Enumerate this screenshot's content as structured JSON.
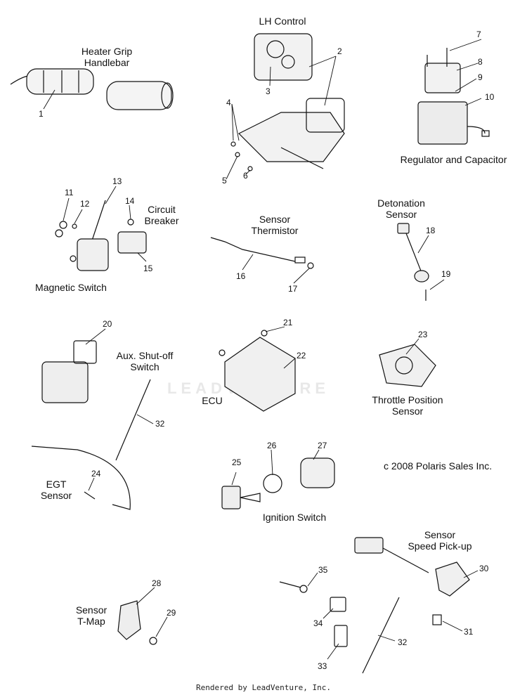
{
  "watermark": "LEADVENTURE",
  "footer": "Rendered by LeadVenture, Inc.",
  "copyright": "c 2008 Polaris Sales Inc.",
  "groups": {
    "heater_grip": "Heater Grip\nHandlebar",
    "lh_control": "LH Control",
    "regulator": "Regulator and Capacitor",
    "circuit_breaker": "Circuit\nBreaker",
    "magnetic_switch": "Magnetic Switch",
    "sensor_thermistor": "Sensor\nThermistor",
    "detonation_sensor": "Detonation\nSensor",
    "aux_shutoff": "Aux. Shut-off\nSwitch",
    "ecu": "ECU",
    "throttle_position": "Throttle Position\nSensor",
    "egt_sensor": "EGT\nSensor",
    "ignition_switch": "Ignition Switch",
    "speed_pickup": "Sensor\nSpeed Pick-up",
    "tmap": "Sensor\nT-Map"
  },
  "callouts": {
    "n1": "1",
    "n2": "2",
    "n3": "3",
    "n4": "4",
    "n5": "5",
    "n6": "6",
    "n7": "7",
    "n8": "8",
    "n9": "9",
    "n10": "10",
    "n11": "11",
    "n12": "12",
    "n13": "13",
    "n14": "14",
    "n15": "15",
    "n16": "16",
    "n17": "17",
    "n18": "18",
    "n19": "19",
    "n20": "20",
    "n21": "21",
    "n22": "22",
    "n23": "23",
    "n24": "24",
    "n25": "25",
    "n26": "26",
    "n27": "27",
    "n28": "28",
    "n29": "29",
    "n30": "30",
    "n31": "31",
    "n32a": "32",
    "n32b": "32",
    "n33": "33",
    "n34": "34",
    "n35": "35"
  }
}
